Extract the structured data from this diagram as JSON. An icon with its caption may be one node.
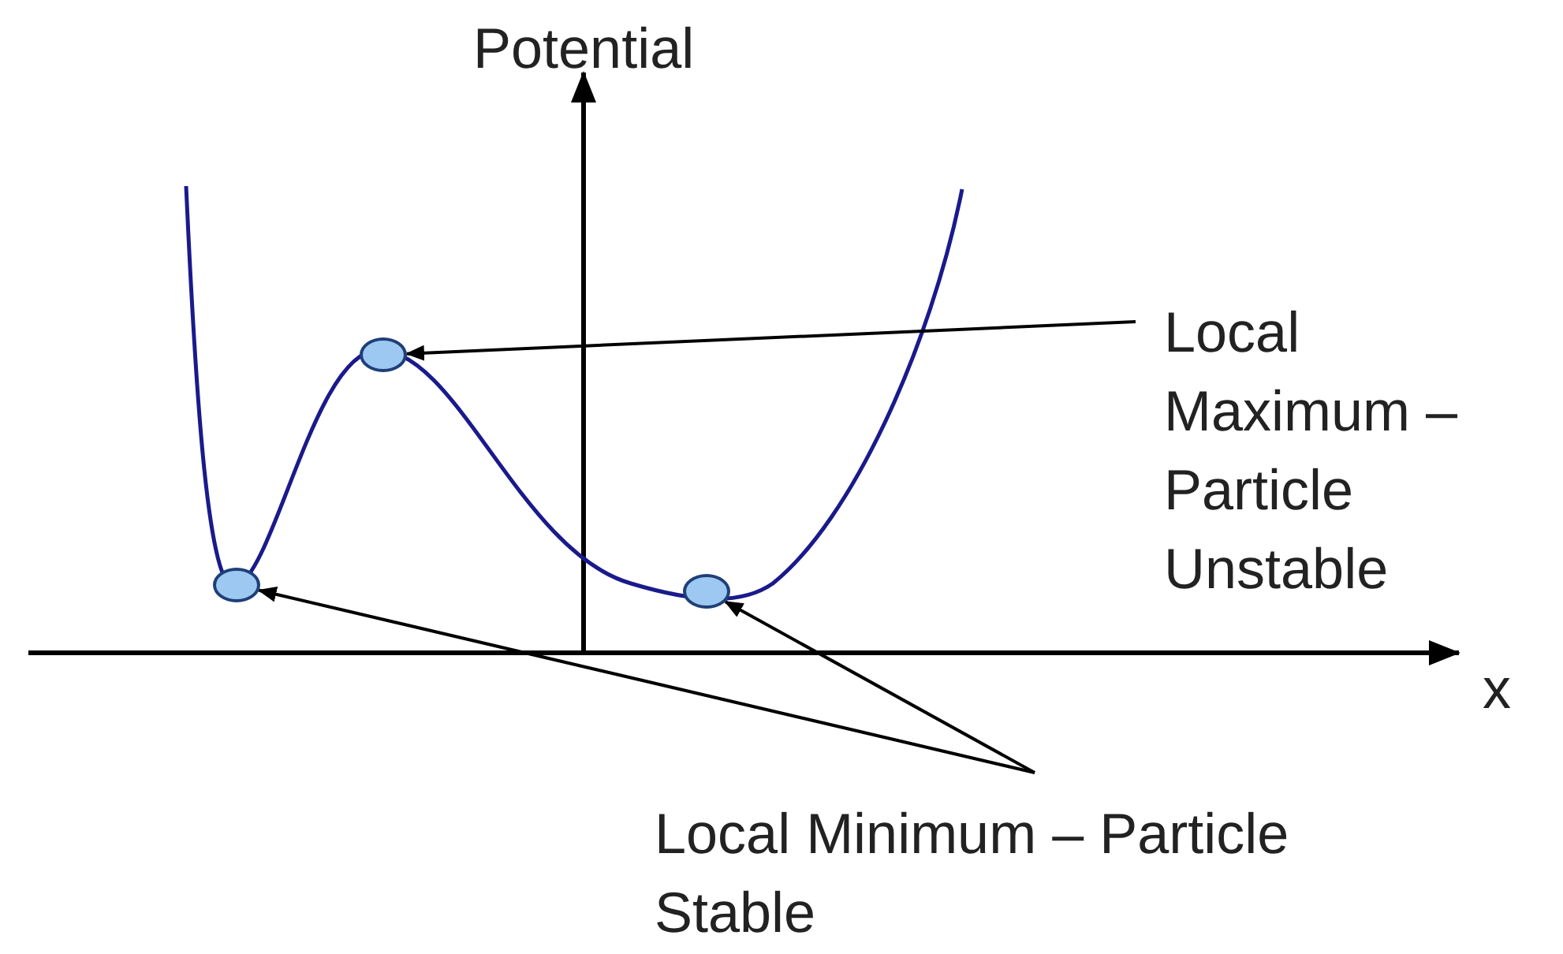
{
  "diagram": {
    "nodes": [
      {
        "text": [],
        "shape": "circle"
      },
      {
        "text": [
          "Local Maximum – Particle Unstable"
        ]
      },
      {
        "text": [],
        "shape": "circle"
      },
      {
        "text": [],
        "shape": "circle"
      },
      {
        "text": [
          "Local Minimum – Particle Stable"
        ]
      }
    ],
    "edges": [
      {
        "from": 1,
        "to": 0,
        "arrow": "to"
      },
      {
        "from": 4,
        "to": 2,
        "arrow": "to"
      },
      {
        "from": 4,
        "to": 3,
        "arrow": "to"
      }
    ],
    "labels": [
      "Potential",
      "x"
    ]
  }
}
